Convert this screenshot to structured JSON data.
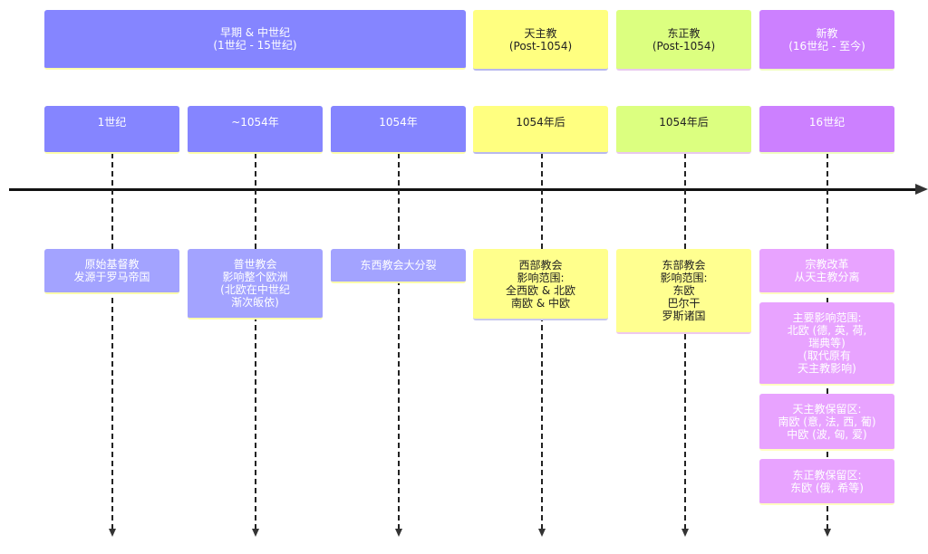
{
  "sections": [
    {
      "title": "早期 & 中世纪\n(1世纪 - 15世纪)"
    },
    {
      "title": "天主教\n(Post-1054)"
    },
    {
      "title": "东正教\n(Post-1054)"
    },
    {
      "title": "新教\n(16世纪 - 至今)"
    }
  ],
  "periods": [
    {
      "label": "1世纪",
      "events": [
        "原始基督教\n发源于罗马帝国"
      ]
    },
    {
      "label": "~1054年",
      "events": [
        "普世教会\n影响整个欧洲\n(北欧在中世纪\n渐次皈依)"
      ]
    },
    {
      "label": "1054年",
      "events": [
        "东西教会大分裂"
      ]
    },
    {
      "label": "1054年后",
      "events": [
        "西部教会\n影响范围:\n全西欧 & 北欧\n南欧 & 中欧"
      ]
    },
    {
      "label": "1054年后",
      "events": [
        "东部教会\n影响范围:\n东欧\n巴尔干\n罗斯诸国"
      ]
    },
    {
      "label": "16世纪",
      "events": [
        "宗教改革\n从天主教分离",
        "主要影响范围:\n北欧 (德, 英, 荷,\n瑞典等)\n(取代原有\n天主教影响)",
        "天主教保留区:\n南欧 (意, 法, 西, 葡)\n中欧 (波, 匈, 爱)",
        "东正教保留区:\n东欧 (俄, 希等)"
      ]
    }
  ]
}
